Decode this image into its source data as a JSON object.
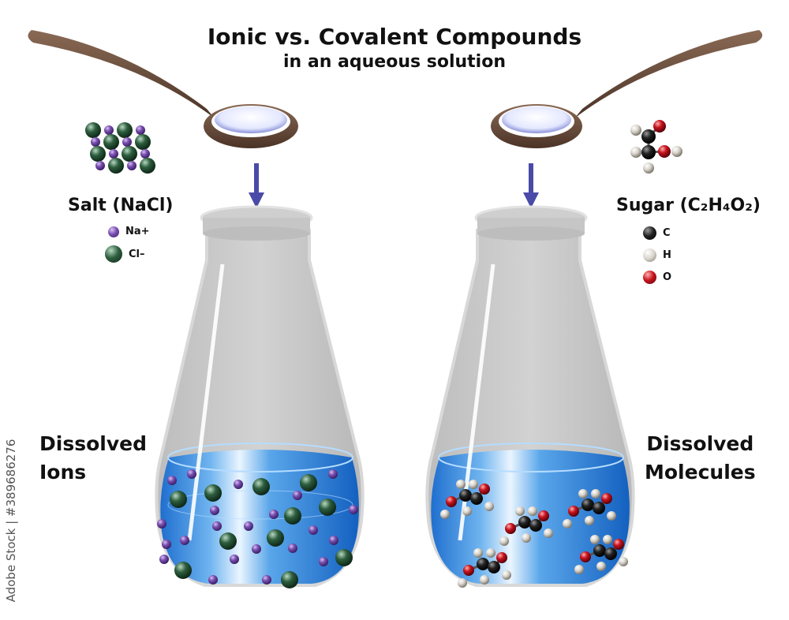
{
  "title": "Ionic vs. Covalent Compounds",
  "subtitle": "in an aqueous solution",
  "salt": {
    "name": "Salt (NaCl)",
    "legend": [
      {
        "label": "Na+",
        "color": "#7a4fb0"
      },
      {
        "label": "Cl–",
        "color": "#2d5e3e"
      }
    ],
    "flask_label_line1": "Dissolved",
    "flask_label_line2": "Ions"
  },
  "sugar": {
    "name": "Sugar (C₂H₄O₂)",
    "legend": [
      {
        "label": "C",
        "color": "#1a1a1a"
      },
      {
        "label": "H",
        "color": "#d8d4cc"
      },
      {
        "label": "O",
        "color": "#c8141e"
      }
    ],
    "flask_label_line1": "Dissolved",
    "flask_label_line2": "Molecules"
  },
  "colors": {
    "spoon": "#6b4e3d",
    "arrow": "#4a4aa8",
    "water": "#1f7ed8",
    "glass": "#c9c9c9"
  },
  "watermark": "Adobe Stock | #389686276"
}
